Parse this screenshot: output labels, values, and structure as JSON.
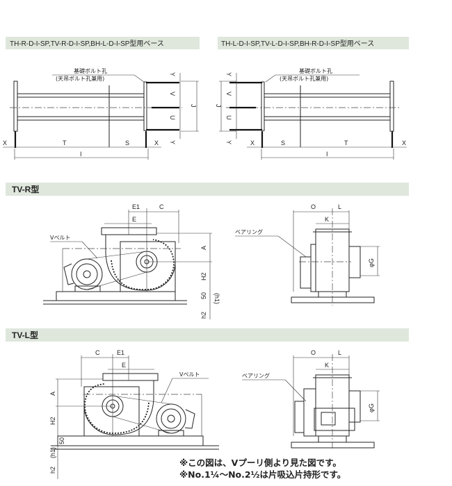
{
  "base_plans": [
    {
      "title": "TH-R-D-I-SP,TV-R-D-I-SP,BH-L-D-I-SP型用ベース",
      "callout_line1": "基礎ボルト孔",
      "callout_line2": "(天吊ボルト孔兼用)",
      "dims": {
        "x": "X",
        "t": "T",
        "s": "S",
        "i": "I",
        "y": "Y",
        "v": "V",
        "u": "U",
        "j": "J"
      }
    },
    {
      "title": "TH-L-D-I-SP,TV-L-D-I-SP,BH-R-D-I-SP型用ベース",
      "callout_line1": "基礎ボルト孔",
      "callout_line2": "(天吊ボルト孔兼用)",
      "dims": {
        "x": "X",
        "t": "T",
        "s": "S",
        "i": "I",
        "y": "Y",
        "v": "V",
        "u": "U",
        "j": "J"
      }
    }
  ],
  "models": [
    {
      "title": "TV-R型",
      "belt_label": "Vベルト",
      "bearing_label": "ベアリング",
      "dims": {
        "e1": "E1",
        "c": "C",
        "e": "E",
        "a": "A",
        "h2": "H2",
        "fifty": "50",
        "h1": "(h1)",
        "h2_lower": "h2",
        "o": "O",
        "l": "L",
        "k": "K",
        "g": "φG"
      }
    },
    {
      "title": "TV-L型",
      "belt_label": "Vベルト",
      "bearing_label": "ベアリング",
      "dims": {
        "e1": "E1",
        "c": "C",
        "e": "E",
        "a": "A",
        "h2": "H2",
        "fifty": "50",
        "h1": "(h1)",
        "h2_lower": "h2",
        "o": "O",
        "l": "L",
        "k": "K",
        "g": "φG"
      }
    }
  ],
  "notes": [
    "※この図は、Vプーリ側より見た図です。",
    "※No.1¼〜No.2½は片吸込片持形です。"
  ],
  "colors": {
    "header_bg": "#dfe7dc",
    "line": "#222222"
  }
}
